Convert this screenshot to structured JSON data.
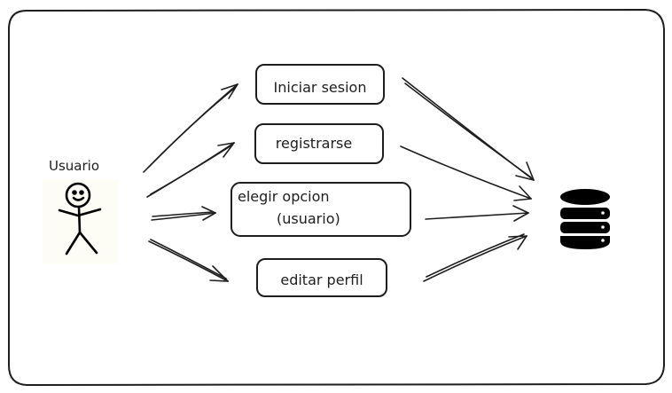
{
  "diagram": {
    "actor": {
      "label": "Usuario",
      "icon": "stick-figure-icon"
    },
    "use_cases": [
      {
        "id": "iniciar",
        "label": "Iniciar sesion"
      },
      {
        "id": "registrarse",
        "label": "registrarse"
      },
      {
        "id": "elegir",
        "label_line1": "elegir opcion",
        "label_line2": "(usuario)"
      },
      {
        "id": "editar",
        "label": "editar perfil"
      }
    ],
    "storage": {
      "icon": "database-icon"
    }
  },
  "colors": {
    "stroke": "#1e1e1e",
    "background": "#ffffff",
    "actor_bg": "#fdfdf6"
  }
}
